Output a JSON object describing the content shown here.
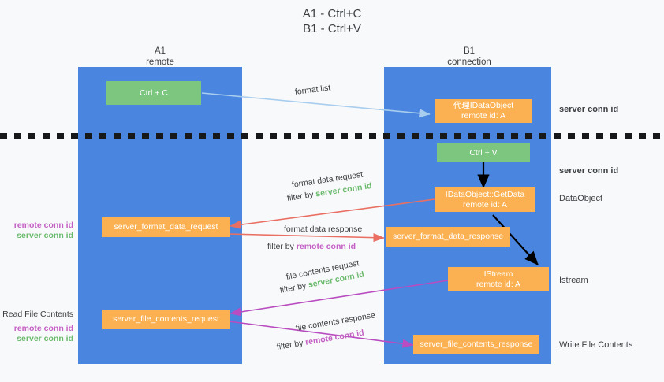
{
  "title": {
    "line1": "A1 - Ctrl+C",
    "line2": "B1 - Ctrl+V"
  },
  "columns": [
    {
      "name": "A1",
      "sub": "remote"
    },
    {
      "name": "B1",
      "sub": "connection"
    }
  ],
  "boxes": {
    "ctrl_c": "Ctrl + C",
    "ctrl_v": "Ctrl + V",
    "proxy_dataobject_l1": "代理IDataObject",
    "proxy_dataobject_l2": "remote id: A",
    "getdata_l1": "IDataObject::GetData",
    "getdata_l2": "remote id: A",
    "istream_l1": "IStream",
    "istream_l2": "remote id: A",
    "server_format_data_request": "server_format_data_request",
    "server_format_data_response": "server_format_data_response",
    "server_file_contents_request": "server_file_contents_request",
    "server_file_contents_response": "server_file_contents_response"
  },
  "arrow_labels": {
    "format_list": "format list",
    "format_data_request": "format data request",
    "format_data_request_filter_prefix": "filter by ",
    "format_data_request_filter_key": "server conn id",
    "format_data_response": "format data response",
    "format_data_response_filter_prefix": "filter by ",
    "format_data_response_filter_key": "remote conn id",
    "file_contents_request": "file contents request",
    "file_contents_request_filter_prefix": "filter by ",
    "file_contents_request_filter_key": "server conn id",
    "file_contents_response": "file contents response",
    "file_contents_response_filter_prefix": "filter by ",
    "file_contents_response_filter_key": "remote conn id"
  },
  "right_labels": {
    "server_conn_id_top": "server conn id",
    "server_conn_id_mid": "server conn id",
    "dataobject": "DataObject",
    "istream": "Istream",
    "write_file_contents": "Write File Contents"
  },
  "left_labels": {
    "format_remote_conn_id": "remote conn id",
    "format_server_conn_id": "server conn id",
    "read_file_contents": "Read File Contents",
    "file_remote_conn_id": "remote conn id",
    "file_server_conn_id": "server conn id"
  },
  "colors": {
    "panel_blue": "#4a86e0",
    "box_green": "#7cc67f",
    "box_orange": "#fbb152",
    "arrow_lightblue": "#a8cdee",
    "arrow_red": "#ea6f63",
    "arrow_purple": "#b84cc0",
    "arrow_black": "#000000",
    "text_green": "#6aba6d",
    "text_purple": "#c45fc4",
    "background": "#f8f9fa"
  }
}
